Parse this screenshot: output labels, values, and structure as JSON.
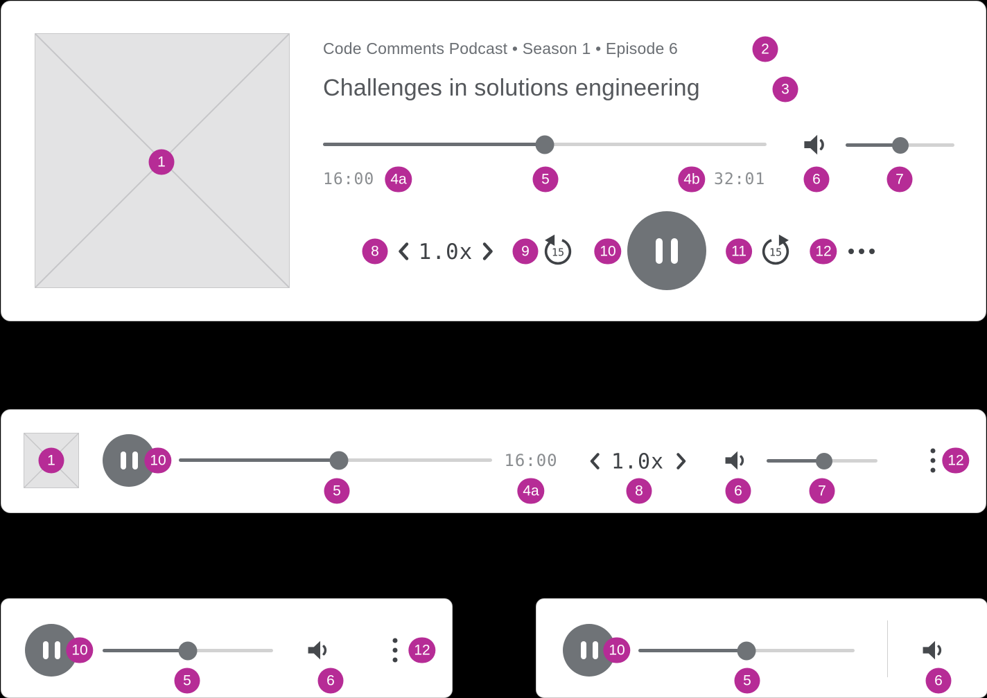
{
  "palette": {
    "accent": "#b62c96",
    "control_gray": "#6f7377",
    "track_gray": "#d2d2d2",
    "text_gray": "#8a8d90",
    "ink": "#3f4246"
  },
  "badges": {
    "b1": "1",
    "b2": "2",
    "b3": "3",
    "b4a": "4a",
    "b4b": "4b",
    "b5": "5",
    "b6": "6",
    "b7": "7",
    "b8": "8",
    "b9": "9",
    "b10": "10",
    "b11": "11",
    "b12": "12"
  },
  "full_player": {
    "eyebrow": "Code Comments Podcast • Season 1 • Episode 6",
    "title": "Challenges in solutions engineering",
    "elapsed": "16:00",
    "duration": "32:01",
    "speed": "1.0x",
    "skip_back_seconds": "15",
    "skip_forward_seconds": "15",
    "progress_pct": 50,
    "volume_pct": 50
  },
  "bar_player": {
    "elapsed": "16:00",
    "speed": "1.0x",
    "progress_pct": 51,
    "volume_pct": 52
  },
  "mini_player_left": {
    "progress_pct": 50
  },
  "mini_player_right": {
    "progress_pct": 50
  }
}
